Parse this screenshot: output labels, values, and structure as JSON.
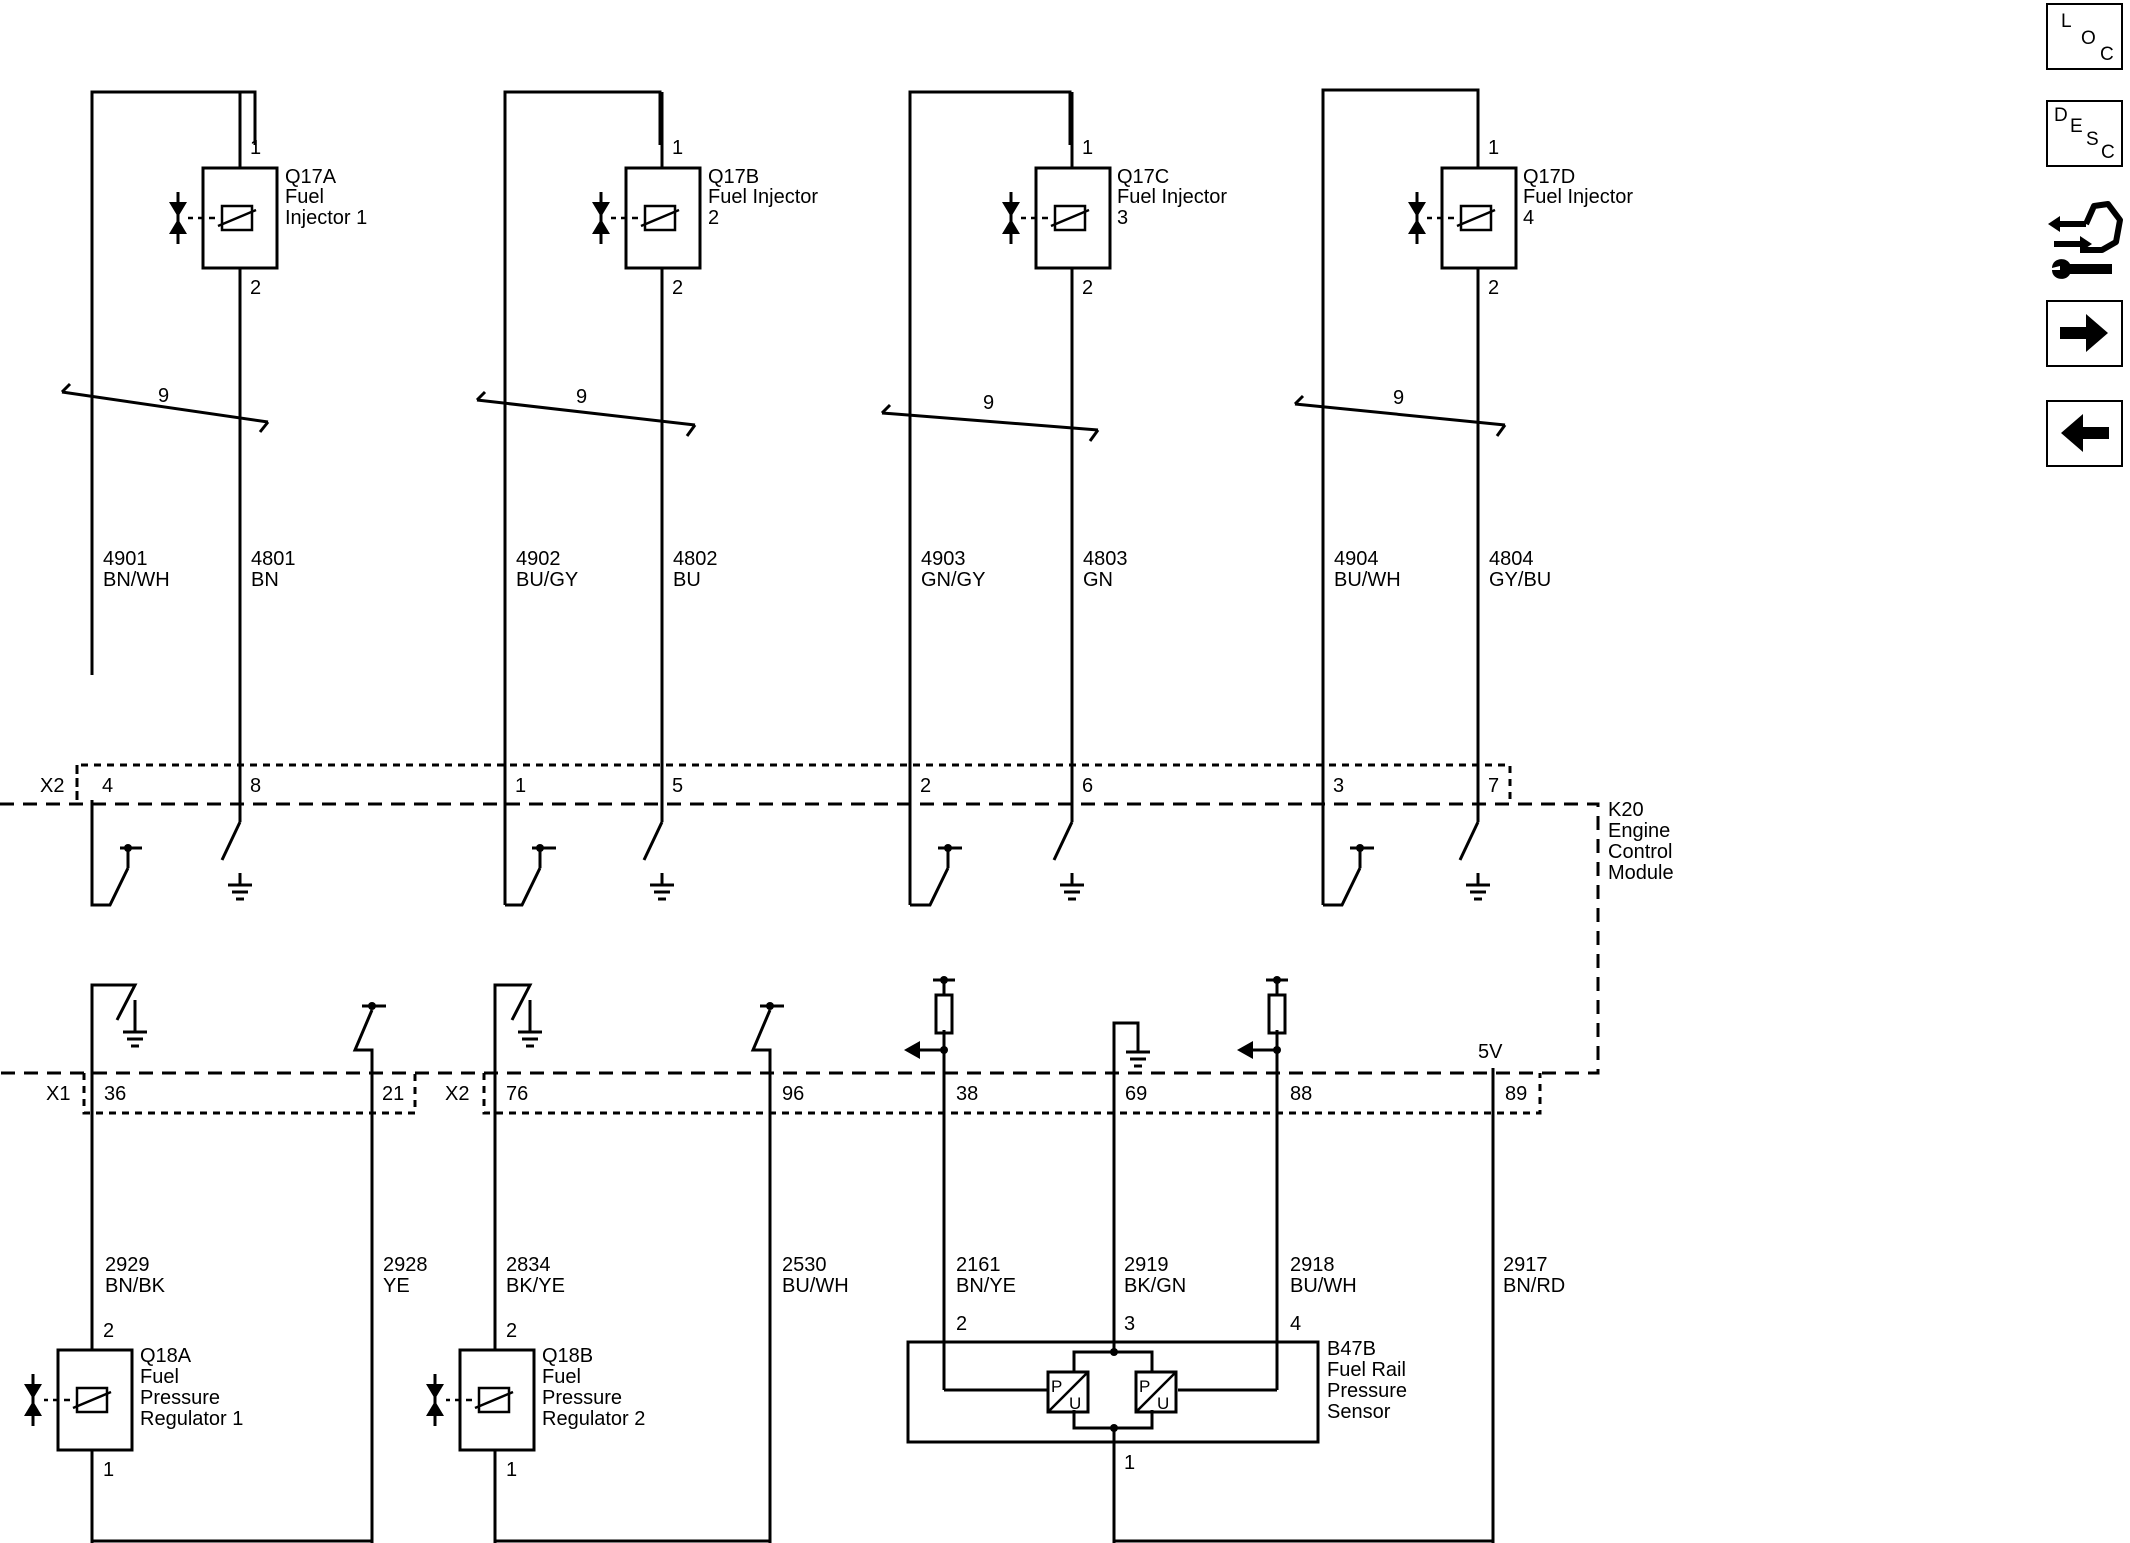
{
  "diagram": {
    "injectors": [
      {
        "ref": "Q17A",
        "name1": "Fuel",
        "name2": "Injector 1",
        "pin_top": "1",
        "pin_bottom": "2",
        "twist": "9",
        "ctrl_circuit": "4901",
        "ctrl_color": "BN/WH",
        "supply_circuit": "4801",
        "supply_color": "BN",
        "x2_ctrl_pin": "4",
        "x2_supply_pin": "8"
      },
      {
        "ref": "Q17B",
        "name1": "Fuel Injector",
        "name2": "2",
        "pin_top": "1",
        "pin_bottom": "2",
        "twist": "9",
        "ctrl_circuit": "4902",
        "ctrl_color": "BU/GY",
        "supply_circuit": "4802",
        "supply_color": "BU",
        "x2_ctrl_pin": "1",
        "x2_supply_pin": "5"
      },
      {
        "ref": "Q17C",
        "name1": "Fuel Injector",
        "name2": "3",
        "pin_top": "1",
        "pin_bottom": "2",
        "twist": "9",
        "ctrl_circuit": "4903",
        "ctrl_color": "GN/GY",
        "supply_circuit": "4803",
        "supply_color": "GN",
        "x2_ctrl_pin": "2",
        "x2_supply_pin": "6"
      },
      {
        "ref": "Q17D",
        "name1": "Fuel Injector",
        "name2": "4",
        "pin_top": "1",
        "pin_bottom": "2",
        "twist": "9",
        "ctrl_circuit": "4904",
        "ctrl_color": "BU/WH",
        "supply_circuit": "4804",
        "supply_color": "GY/BU",
        "x2_ctrl_pin": "3",
        "x2_supply_pin": "7"
      }
    ],
    "module": {
      "connector_top": "X2",
      "ref": "K20",
      "line1": "Engine",
      "line2": "Control",
      "line3": "Module",
      "ref_voltage": "5V"
    },
    "lower_connectors": {
      "x1": "X1",
      "x2": "X2"
    },
    "lower_pins": [
      "36",
      "21",
      "76",
      "96",
      "38",
      "69",
      "88",
      "89"
    ],
    "lower_circuits": [
      {
        "circuit": "2929",
        "color": "BN/BK"
      },
      {
        "circuit": "2928",
        "color": "YE"
      },
      {
        "circuit": "2834",
        "color": "BK/YE"
      },
      {
        "circuit": "2530",
        "color": "BU/WH"
      },
      {
        "circuit": "2161",
        "color": "BN/YE"
      },
      {
        "circuit": "2919",
        "color": "BK/GN"
      },
      {
        "circuit": "2918",
        "color": "BU/WH"
      },
      {
        "circuit": "2917",
        "color": "BN/RD"
      }
    ],
    "regulators": [
      {
        "ref": "Q18A",
        "name1": "Fuel",
        "name2": "Pressure",
        "name3": "Regulator 1",
        "pin_top": "2",
        "pin_bottom": "1"
      },
      {
        "ref": "Q18B",
        "name1": "Fuel",
        "name2": "Pressure",
        "name3": "Regulator 2",
        "pin_top": "2",
        "pin_bottom": "1"
      }
    ],
    "sensor": {
      "ref": "B47B",
      "name1": "Fuel Rail",
      "name2": "Pressure",
      "name3": "Sensor",
      "pin_a": "2",
      "pin_b": "3",
      "pin_c": "4",
      "pin_d": "1",
      "element_p": "P",
      "element_u": "U"
    }
  },
  "sidebar": {
    "loc": {
      "l": "L",
      "o": "O",
      "c": "C"
    },
    "desc": {
      "d": "D",
      "e": "E",
      "s": "S",
      "c": "C"
    },
    "tool_icon": "connector-wrench-icon",
    "next_icon": "arrow-right-icon",
    "prev_icon": "arrow-left-icon"
  }
}
